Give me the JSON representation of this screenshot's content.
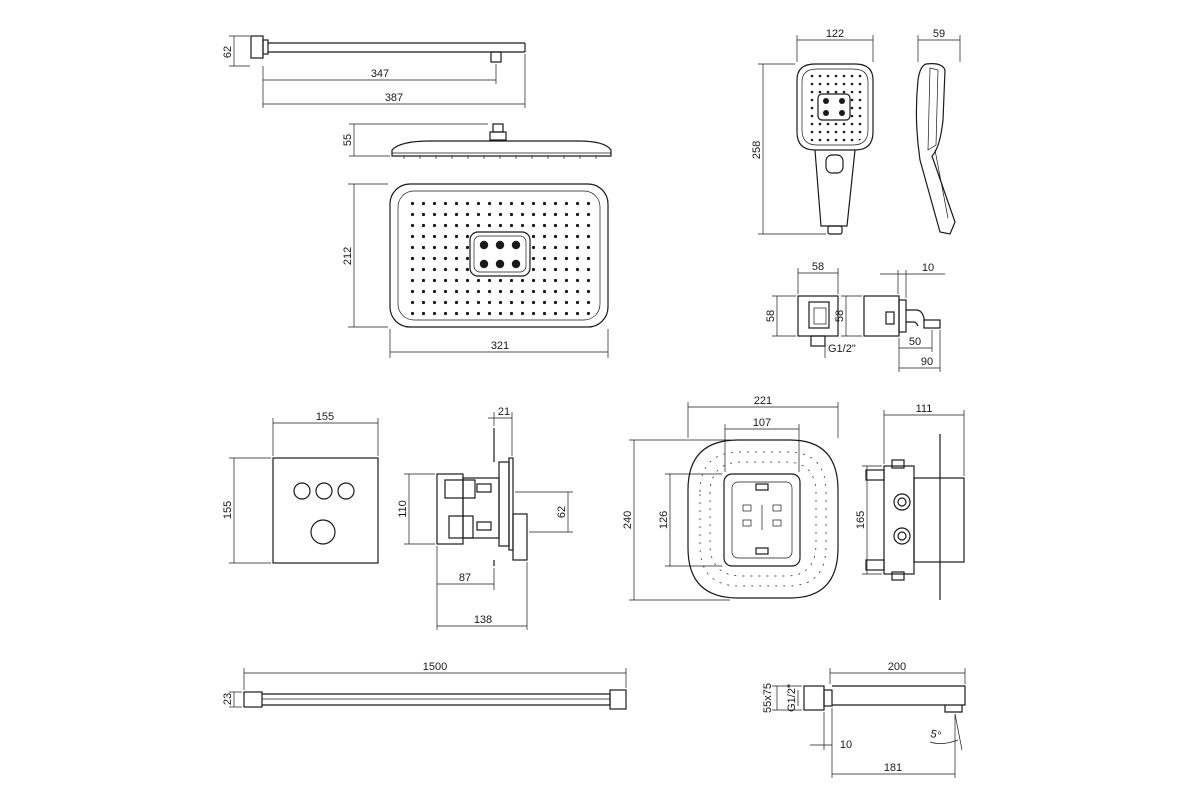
{
  "dimensions": {
    "arm_height": "62",
    "arm_347": "347",
    "arm_387": "387",
    "head_side_55": "55",
    "head_212": "212",
    "head_321": "321",
    "hand_122": "122",
    "hand_59": "59",
    "hand_258": "258",
    "outlet_58_w": "58",
    "outlet_58_h": "58",
    "outlet_thread": "G1/2\"",
    "holder_10": "10",
    "holder_58": "58",
    "holder_50": "50",
    "holder_90": "90",
    "plate_155_w": "155",
    "plate_155_h": "155",
    "valve_21": "21",
    "valve_110": "110",
    "valve_62": "62",
    "valve_87": "87",
    "valve_138": "138",
    "box_221": "221",
    "box_107": "107",
    "box_240": "240",
    "box_126": "126",
    "box_side_111": "111",
    "box_side_165": "165",
    "rail_1500": "1500",
    "rail_23": "23",
    "spout_200": "200",
    "spout_section": "55x75",
    "spout_thread": "G1/2\"",
    "spout_10": "10",
    "spout_181": "181",
    "spout_angle": "5°"
  }
}
